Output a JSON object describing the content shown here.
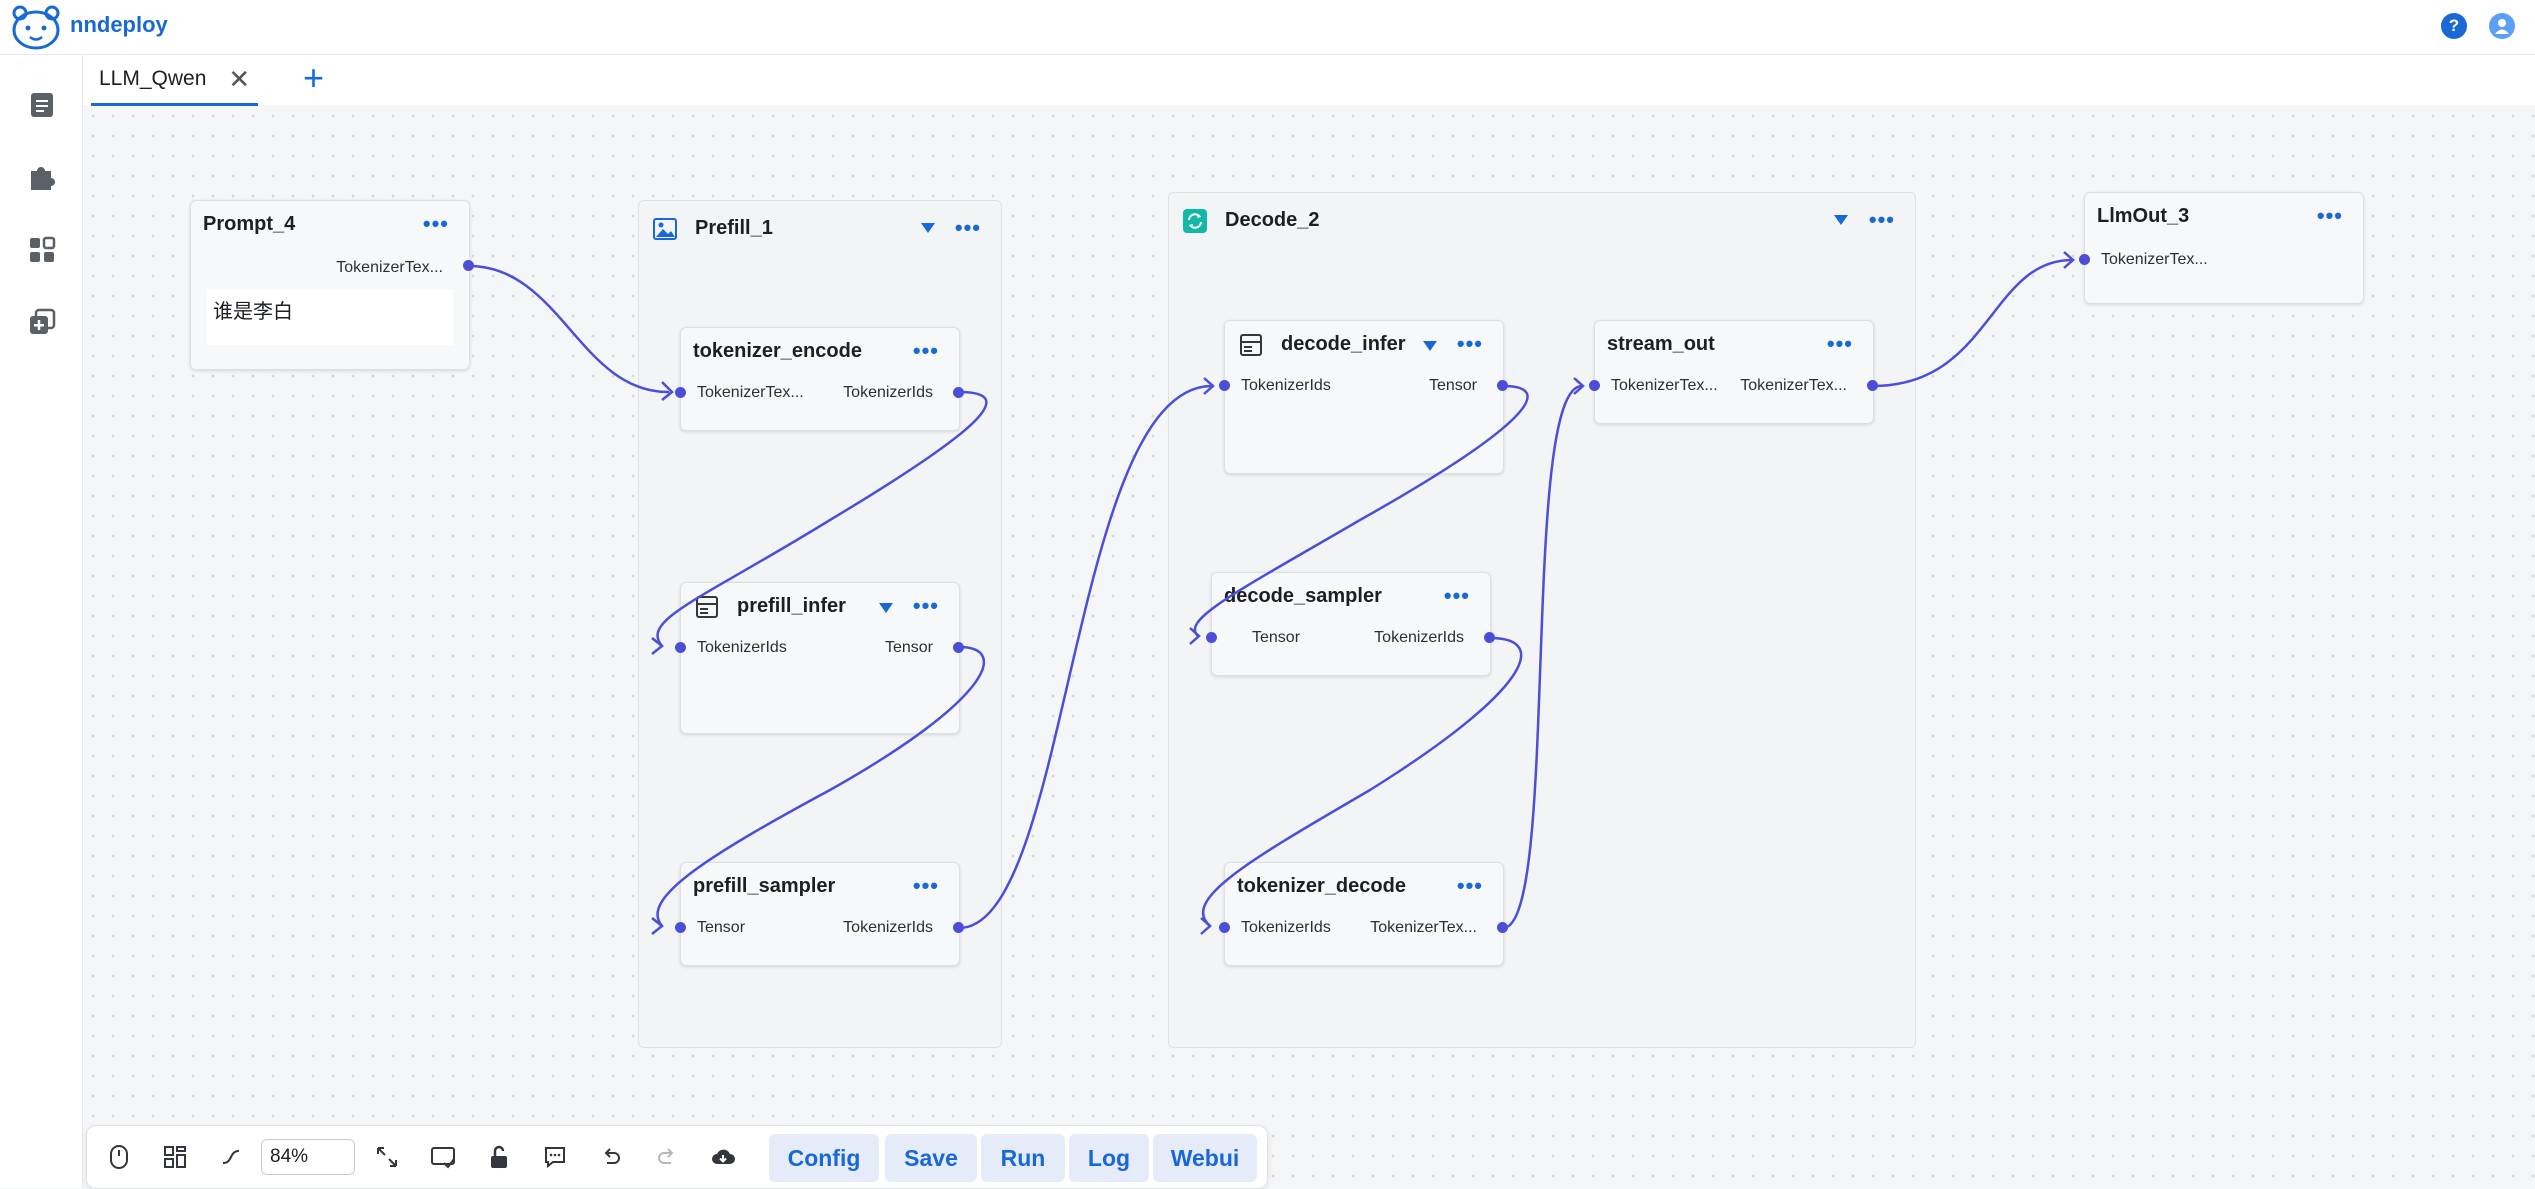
{
  "header": {
    "brand": "nndeploy",
    "icons": [
      "logo-icon",
      "help-icon",
      "user-avatar-icon"
    ],
    "accent_color": "#1868d6"
  },
  "sidebar": {
    "items": [
      {
        "icon": "document-icon"
      },
      {
        "icon": "puzzle-icon"
      },
      {
        "icon": "grid-icon"
      },
      {
        "icon": "add-copy-icon"
      }
    ]
  },
  "tabs": [
    {
      "label": "LLM_Qwen",
      "active": true
    }
  ],
  "nodes": {
    "prompt": {
      "title": "Prompt_4",
      "out": "TokenizerTex...",
      "text": "谁是李白"
    },
    "prefill": {
      "title": "Prefill_1"
    },
    "tokenizer_encode": {
      "title": "tokenizer_encode",
      "in": "TokenizerTex...",
      "out": "TokenizerIds"
    },
    "prefill_infer": {
      "title": "prefill_infer",
      "in": "TokenizerIds",
      "out": "Tensor"
    },
    "prefill_sampler": {
      "title": "prefill_sampler",
      "in": "Tensor",
      "out": "TokenizerIds"
    },
    "decode": {
      "title": "Decode_2"
    },
    "decode_infer": {
      "title": "decode_infer",
      "in": "TokenizerIds",
      "out": "Tensor"
    },
    "stream_out": {
      "title": "stream_out",
      "in": "TokenizerTex...",
      "out": "TokenizerTex..."
    },
    "decode_sampler": {
      "title": "decode_sampler",
      "in": "Tensor",
      "out": "TokenizerIds"
    },
    "tokenizer_decode": {
      "title": "tokenizer_decode",
      "in": "TokenizerIds",
      "out": "TokenizerTex..."
    },
    "llmout": {
      "title": "LlmOut_3",
      "in": "TokenizerTex..."
    }
  },
  "toolbar": {
    "zoom": "84%",
    "buttons": {
      "config": "Config",
      "save": "Save",
      "run": "Run",
      "log": "Log",
      "webui": "Webui"
    }
  },
  "colors": {
    "edge": "#4b4fd8",
    "button_bg": "#e5ebf9"
  }
}
